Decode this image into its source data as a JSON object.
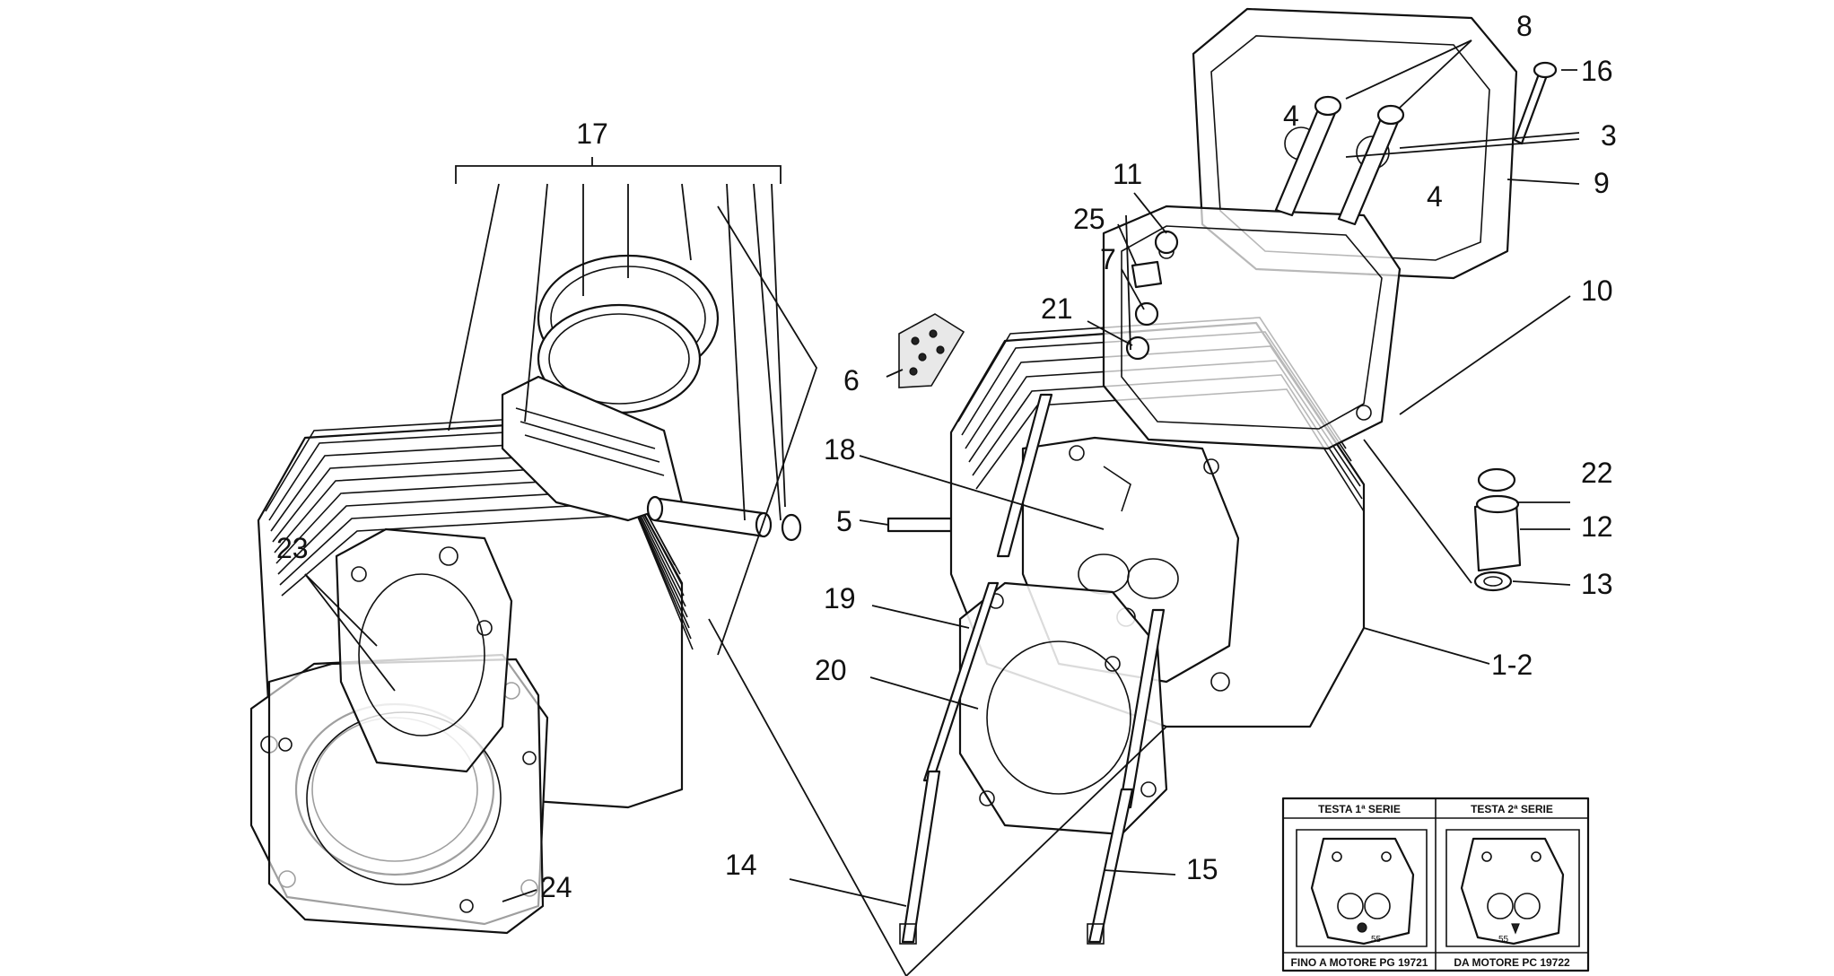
{
  "callouts": {
    "c17": "17",
    "c8": "8",
    "c16": "16",
    "c4a": "4",
    "c4b": "4",
    "c3": "3",
    "c9": "9",
    "c11": "11",
    "c25": "25",
    "c7": "7",
    "c21": "21",
    "c10": "10",
    "c6": "6",
    "c18": "18",
    "c22": "22",
    "c12": "12",
    "c5": "5",
    "c13": "13",
    "c23": "23",
    "c19": "19",
    "c12_": "1-2",
    "c20": "20",
    "c14": "14",
    "c15": "15",
    "c24": "24"
  },
  "inset": {
    "left_title": "TESTA 1ª SERIE",
    "right_title": "TESTA 2ª SERIE",
    "left_mark": "55",
    "right_mark": "55",
    "left_footer": "FINO A MOTORE PG 19721",
    "right_footer": "DA MOTORE PC 19722"
  },
  "colors": {
    "ink": "#111111",
    "paper": "#ffffff"
  }
}
